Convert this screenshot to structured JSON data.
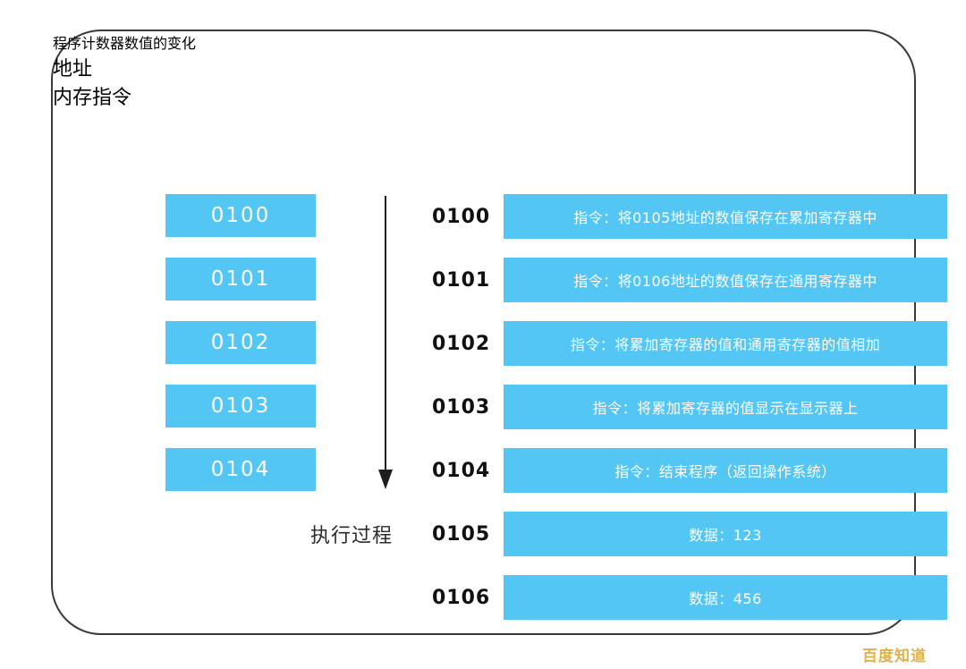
{
  "diagram": {
    "columns": {
      "pc_title": "程序计数器数值的变化",
      "address_title": "地址",
      "memory_title": "内存指令"
    },
    "program_counter_values": [
      "0100",
      "0101",
      "0102",
      "0103",
      "0104"
    ],
    "flow_arrow": {
      "direction": "down",
      "label": "执行过程"
    },
    "memory_rows": [
      {
        "address": "0100",
        "content": "指令：将0105地址的数值保存在累加寄存器中",
        "kind": "instruction"
      },
      {
        "address": "0101",
        "content": "指令：将0106地址的数值保存在通用寄存器中",
        "kind": "instruction"
      },
      {
        "address": "0102",
        "content": "指令：将累加寄存器的值和通用寄存器的值相加",
        "kind": "instruction"
      },
      {
        "address": "0103",
        "content": "指令：将累加寄存器的值显示在显示器上",
        "kind": "instruction"
      },
      {
        "address": "0104",
        "content": "指令：结束程序（返回操作系统）",
        "kind": "instruction"
      },
      {
        "address": "0105",
        "content": "数据：123",
        "kind": "data"
      },
      {
        "address": "0106",
        "content": "数据：456",
        "kind": "data"
      }
    ],
    "watermark": "百度知道",
    "colors": {
      "box_blue": "#54c6f4",
      "box_text": "#ffffff",
      "border": "#3a3a3a",
      "arrow": "#1d1d1d",
      "watermark": "#e3b14a"
    }
  }
}
